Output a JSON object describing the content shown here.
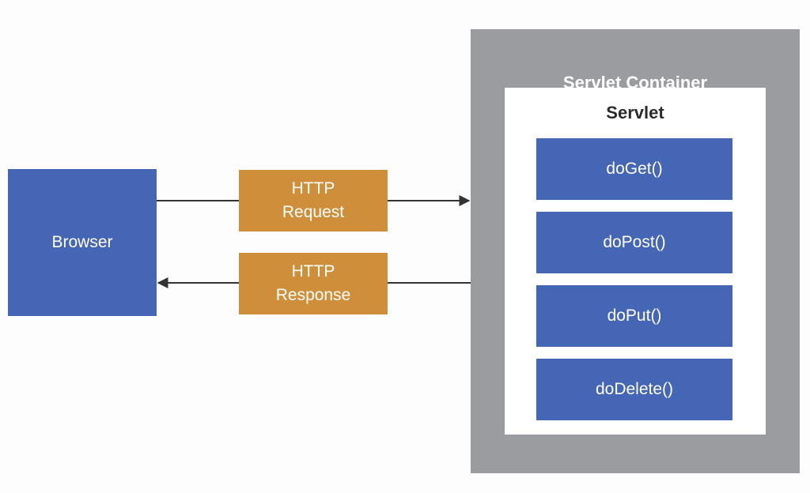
{
  "browser": {
    "label": "Browser"
  },
  "request": {
    "line1": "HTTP",
    "line2": "Request"
  },
  "response": {
    "line1": "HTTP",
    "line2": "Response"
  },
  "container": {
    "title": "Servlet Container"
  },
  "servlet": {
    "title": "Servlet",
    "methods": [
      "doGet()",
      "doPost()",
      "doPut()",
      "doDelete()"
    ]
  },
  "colors": {
    "blue": "#4566b4",
    "orange": "#cf8f3a",
    "gray": "#9b9ca0",
    "arrow": "#333333"
  }
}
